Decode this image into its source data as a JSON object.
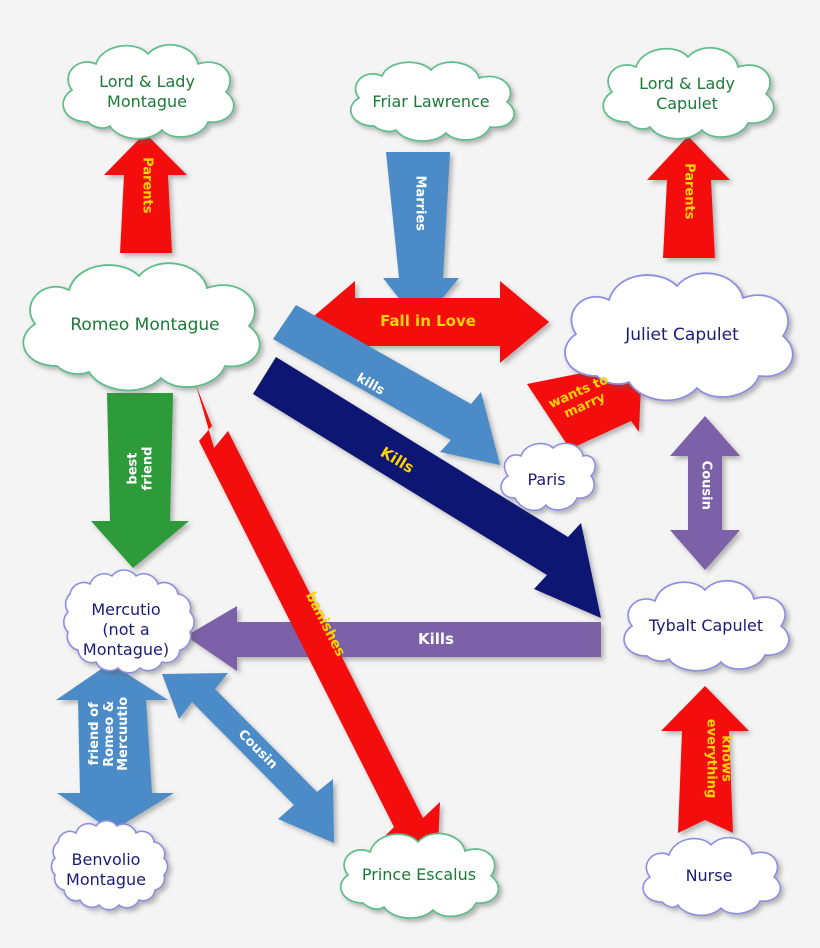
{
  "title": "Romeo and Juliet character relationship map",
  "background_color": "#f4f4f4",
  "palette": {
    "red": "#f40d0d",
    "blue": "#4b8cc8",
    "navy": "#0c1272",
    "green": "#2e9b3a",
    "purple": "#7b61a8",
    "yellow_text": "#ffd400",
    "white_text": "#ffffff",
    "green_outline": "#5fbd8a",
    "green_text": "#1b7a37",
    "blue_outline": "#8f8fe0",
    "blue_text": "#1b1b7a"
  },
  "nodes": [
    {
      "id": "lord-lady-montague",
      "label": "Lord & Lady\nMontague",
      "outline": "green",
      "text_color": "green",
      "font_size": 16
    },
    {
      "id": "friar-lawrence",
      "label": "Friar Lawrence",
      "outline": "green",
      "text_color": "green",
      "font_size": 16
    },
    {
      "id": "lord-lady-capulet",
      "label": "Lord & Lady\nCapulet",
      "outline": "green",
      "text_color": "green",
      "font_size": 16
    },
    {
      "id": "romeo-montague",
      "label": "Romeo Montague",
      "outline": "green",
      "text_color": "green",
      "font_size": 17
    },
    {
      "id": "juliet-capulet",
      "label": "Juliet Capulet",
      "outline": "blue",
      "text_color": "blue",
      "font_size": 17
    },
    {
      "id": "paris",
      "label": "Paris",
      "outline": "blue",
      "text_color": "blue",
      "font_size": 16
    },
    {
      "id": "mercutio",
      "label": "Mercutio\n(not a\nMontague)",
      "outline": "blue",
      "text_color": "blue",
      "font_size": 16
    },
    {
      "id": "tybalt-capulet",
      "label": "Tybalt Capulet",
      "outline": "blue",
      "text_color": "blue",
      "font_size": 16
    },
    {
      "id": "benvolio-montague",
      "label": "Benvolio\nMontague",
      "outline": "blue",
      "text_color": "blue",
      "font_size": 16
    },
    {
      "id": "prince-escalus",
      "label": "Prince Escalus",
      "outline": "green",
      "text_color": "green",
      "font_size": 16
    },
    {
      "id": "nurse",
      "label": "Nurse",
      "outline": "blue",
      "text_color": "blue",
      "font_size": 16
    }
  ],
  "edges": [
    {
      "id": "parents-montague",
      "label": "Parents",
      "from": "romeo-montague",
      "to": "lord-lady-montague",
      "color": "red",
      "label_color": "yellow",
      "heads": "single",
      "direction": "up"
    },
    {
      "id": "marries",
      "label": "Marries",
      "from": "friar-lawrence",
      "to": "fall-in-love",
      "color": "blue",
      "label_color": "white",
      "heads": "single",
      "direction": "down"
    },
    {
      "id": "parents-capulet",
      "label": "Parents",
      "from": "juliet-capulet",
      "to": "lord-lady-capulet",
      "color": "red",
      "label_color": "yellow",
      "heads": "single",
      "direction": "up"
    },
    {
      "id": "fall-in-love",
      "label": "Fall in Love",
      "from": "romeo-montague",
      "to": "juliet-capulet",
      "color": "red",
      "label_color": "yellow",
      "heads": "double",
      "direction": "horizontal"
    },
    {
      "id": "best-friend",
      "label": "best friend",
      "from": "romeo-montague",
      "to": "mercutio",
      "color": "green",
      "label_color": "white",
      "heads": "single",
      "direction": "down"
    },
    {
      "id": "kills-paris",
      "label": "kills",
      "from": "romeo-montague",
      "to": "paris",
      "color": "blue",
      "label_color": "white",
      "heads": "single",
      "direction": "diagonal-down-right"
    },
    {
      "id": "kills-tybalt",
      "label": "Kills",
      "from": "romeo-montague",
      "to": "tybalt-capulet",
      "color": "navy",
      "label_color": "yellow",
      "heads": "single",
      "direction": "diagonal-down-right"
    },
    {
      "id": "wants-to-marry",
      "label": "wants to\nmarry",
      "from": "paris",
      "to": "juliet-capulet",
      "color": "red",
      "label_color": "yellow",
      "heads": "single",
      "direction": "diagonal-up-right"
    },
    {
      "id": "cousin-juliet",
      "label": "Cousin",
      "from": "juliet-capulet",
      "to": "tybalt-capulet",
      "color": "purple",
      "label_color": "white",
      "heads": "double",
      "direction": "vertical"
    },
    {
      "id": "kills-mercutio",
      "label": "Kills",
      "from": "tybalt-capulet",
      "to": "mercutio",
      "color": "purple",
      "label_color": "white",
      "heads": "single",
      "direction": "left"
    },
    {
      "id": "banishes",
      "label": "banishes",
      "from": "prince-escalus",
      "to": "romeo-montague",
      "color": "red",
      "label_color": "yellow",
      "heads": "single",
      "direction": "diagonal-up-left"
    },
    {
      "id": "friend-of-romeo-mercutio",
      "label": "friend of\nRomeo &\nMercuutio",
      "from": "benvolio-montague",
      "to": "mercutio",
      "color": "blue",
      "label_color": "white",
      "heads": "double",
      "direction": "vertical"
    },
    {
      "id": "cousin-prince",
      "label": "Cousin",
      "from": "prince-escalus",
      "to": "mercutio",
      "color": "blue",
      "label_color": "white",
      "heads": "double",
      "direction": "diagonal"
    },
    {
      "id": "knows-everything",
      "label": "knows\neverything",
      "from": "nurse",
      "to": "tybalt-capulet",
      "color": "red",
      "label_color": "yellow",
      "heads": "single",
      "direction": "up"
    }
  ]
}
